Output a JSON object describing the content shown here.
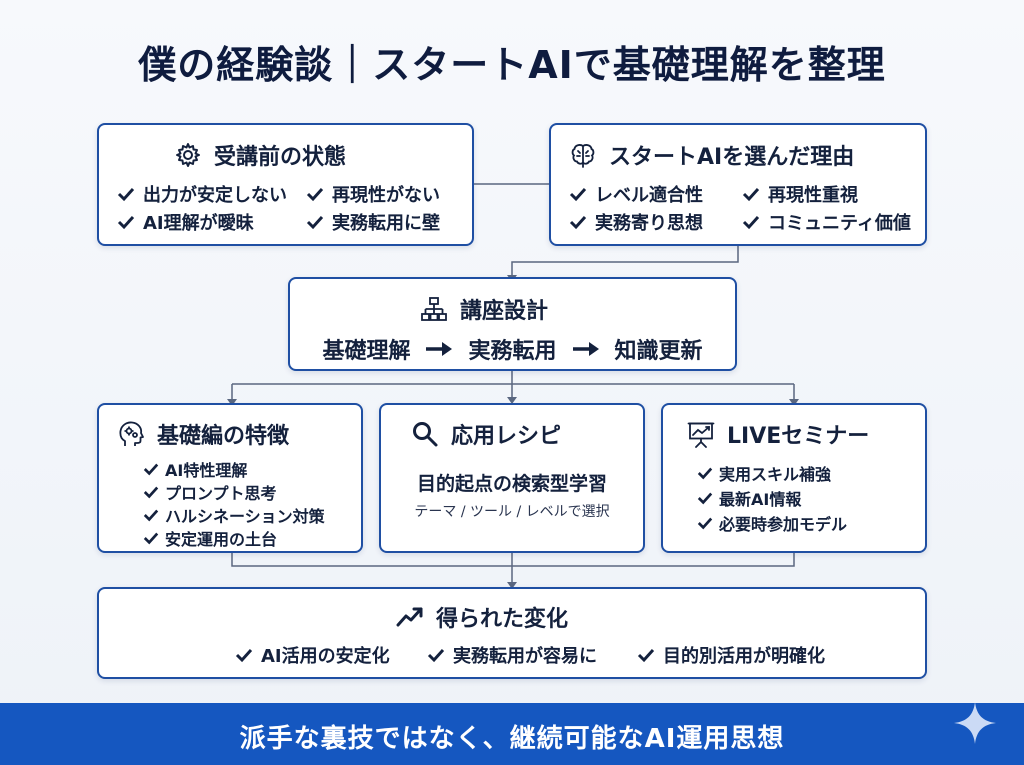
{
  "title": "僕の経験談｜スタートAIで基礎理解を整理",
  "before": {
    "title": "受講前の状態",
    "icon": "gear-icon",
    "items": [
      "出力が安定しない",
      "再現性がない",
      "AI理解が曖昧",
      "実務転用に壁"
    ]
  },
  "reason": {
    "title": "スタートAIを選んだ理由",
    "icon": "brain-icon",
    "items": [
      "レベル適合性",
      "再現性重視",
      "実務寄り思想",
      "コミュニティ価値"
    ]
  },
  "design": {
    "title": "講座設計",
    "icon": "hierarchy-icon",
    "flow": [
      "基礎理解",
      "実務転用",
      "知識更新"
    ]
  },
  "basics": {
    "title": "基礎編の特徴",
    "icon": "head-gears-icon",
    "items": [
      "AI特性理解",
      "プロンプト思考",
      "ハルシネーション対策",
      "安定運用の土台"
    ]
  },
  "recipe": {
    "title": "応用レシピ",
    "icon": "search-icon",
    "main": "目的起点の検索型学習",
    "sub": "テーマ / ツール / レベルで選択"
  },
  "live": {
    "title": "LIVEセミナー",
    "icon": "presentation-icon",
    "items": [
      "実用スキル補強",
      "最新AI情報",
      "必要時参加モデル"
    ]
  },
  "result": {
    "title": "得られた変化",
    "icon": "trend-up-icon",
    "items": [
      "AI活用の安定化",
      "実務転用が容易に",
      "目的別活用が明確化"
    ]
  },
  "footer": "派手な裏技ではなく、継続可能なAI運用思想",
  "colors": {
    "border": "#1f4fa3",
    "text": "#14213d",
    "footer": "#1557c0",
    "connector": "#5a6780"
  }
}
